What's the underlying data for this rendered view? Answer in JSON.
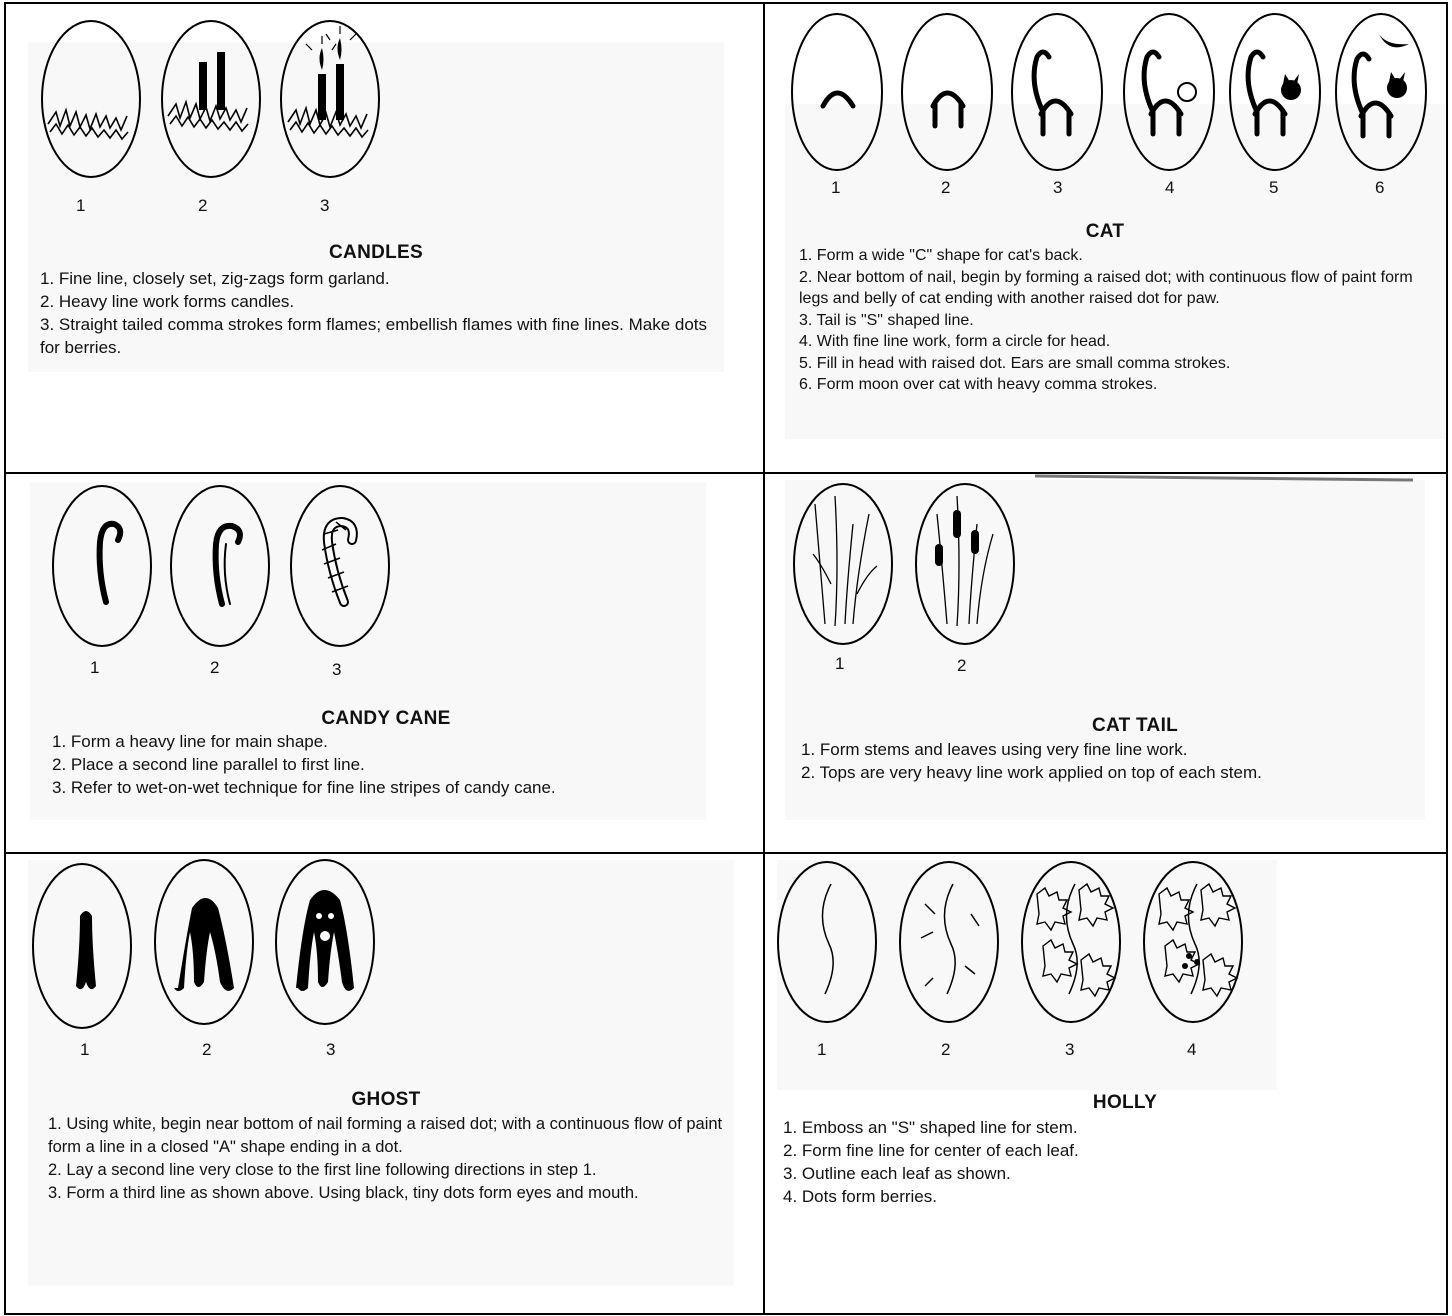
{
  "cards": {
    "candles": {
      "title": "CANDLES",
      "numbers": [
        "1",
        "2",
        "3"
      ],
      "steps": [
        "1. Fine line, closely set, zig-zags form garland.",
        "2. Heavy line work forms candles.",
        "3. Straight tailed comma strokes form flames; embellish flames with fine lines. Make dots for berries."
      ]
    },
    "cat": {
      "title": "CAT",
      "numbers": [
        "1",
        "2",
        "3",
        "4",
        "5",
        "6"
      ],
      "steps": [
        "1. Form a wide \"C\" shape for cat's back.",
        "2. Near bottom of nail, begin by forming a raised dot; with continuous flow of paint form legs and belly of cat ending with another raised dot for paw.",
        "3. Tail is \"S\" shaped line.",
        "4. With fine line work, form a circle for head.",
        "5. Fill in head with raised dot. Ears are small comma strokes.",
        "6. Form moon over cat with heavy comma strokes."
      ]
    },
    "candy_cane": {
      "title": "CANDY CANE",
      "numbers": [
        "1",
        "2",
        "3"
      ],
      "steps": [
        "1. Form a heavy line for main shape.",
        "2. Place a second line parallel to first line.",
        "3. Refer to wet-on-wet technique for fine line stripes of candy cane."
      ]
    },
    "cat_tail": {
      "title": "CAT TAIL",
      "numbers": [
        "1",
        "2"
      ],
      "steps": [
        "1. Form stems and leaves using very fine line work.",
        "2. Tops are very heavy line work applied on top of each stem."
      ]
    },
    "ghost": {
      "title": "GHOST",
      "numbers": [
        "1",
        "2",
        "3"
      ],
      "steps": [
        "1. Using white, begin near bottom of nail forming a raised dot; with a continuous flow of paint form a line in a closed \"A\" shape ending in a dot.",
        "2. Lay a second line very close to the first line following directions in step 1.",
        "3. Form a third line as shown above. Using black, tiny dots form eyes and mouth."
      ]
    },
    "holly": {
      "title": "HOLLY",
      "numbers": [
        "1",
        "2",
        "3",
        "4"
      ],
      "steps": [
        "1. Emboss an \"S\" shaped line for stem.",
        "2. Form fine line for center of each leaf.",
        "3. Outline each leaf as shown.",
        "4. Dots form berries."
      ]
    }
  }
}
